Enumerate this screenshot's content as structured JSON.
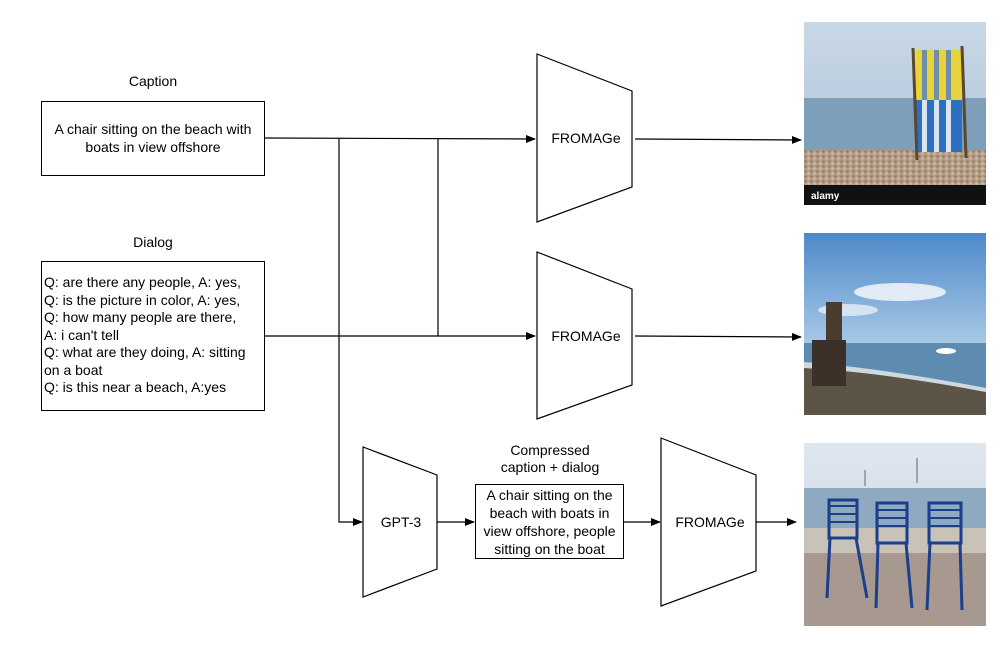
{
  "caption": {
    "heading": "Caption",
    "text": "A chair sitting on the beach with boats in view offshore"
  },
  "dialog": {
    "heading": "Dialog",
    "lines": [
      "Q: are there any people, A: yes,",
      "Q: is the picture in color, A: yes,",
      "Q: how many people are there,",
      "A: i can't tell",
      "Q: what are they doing, A: sitting",
      "on a boat",
      "Q: is this near a beach, A:yes"
    ]
  },
  "models": {
    "fromage_1": "FROMAGe",
    "fromage_2": "FROMAGe",
    "fromage_3": "FROMAGe",
    "gpt3": "GPT-3"
  },
  "compressed": {
    "heading_line1": "Compressed",
    "heading_line2": "caption + dialog",
    "text": "A chair sitting on the beach with boats in view offshore, people sitting on the boat"
  },
  "watermark": {
    "brand": "alamy"
  },
  "colors": {
    "stroke": "#000000",
    "sky": "#8fb4d3",
    "sea": "#6f97b8",
    "sand": "#b79c7e",
    "chair_yellow": "#e8d43a",
    "chair_blue": "#2d6fc0",
    "chair_navy": "#1b3f8a"
  }
}
